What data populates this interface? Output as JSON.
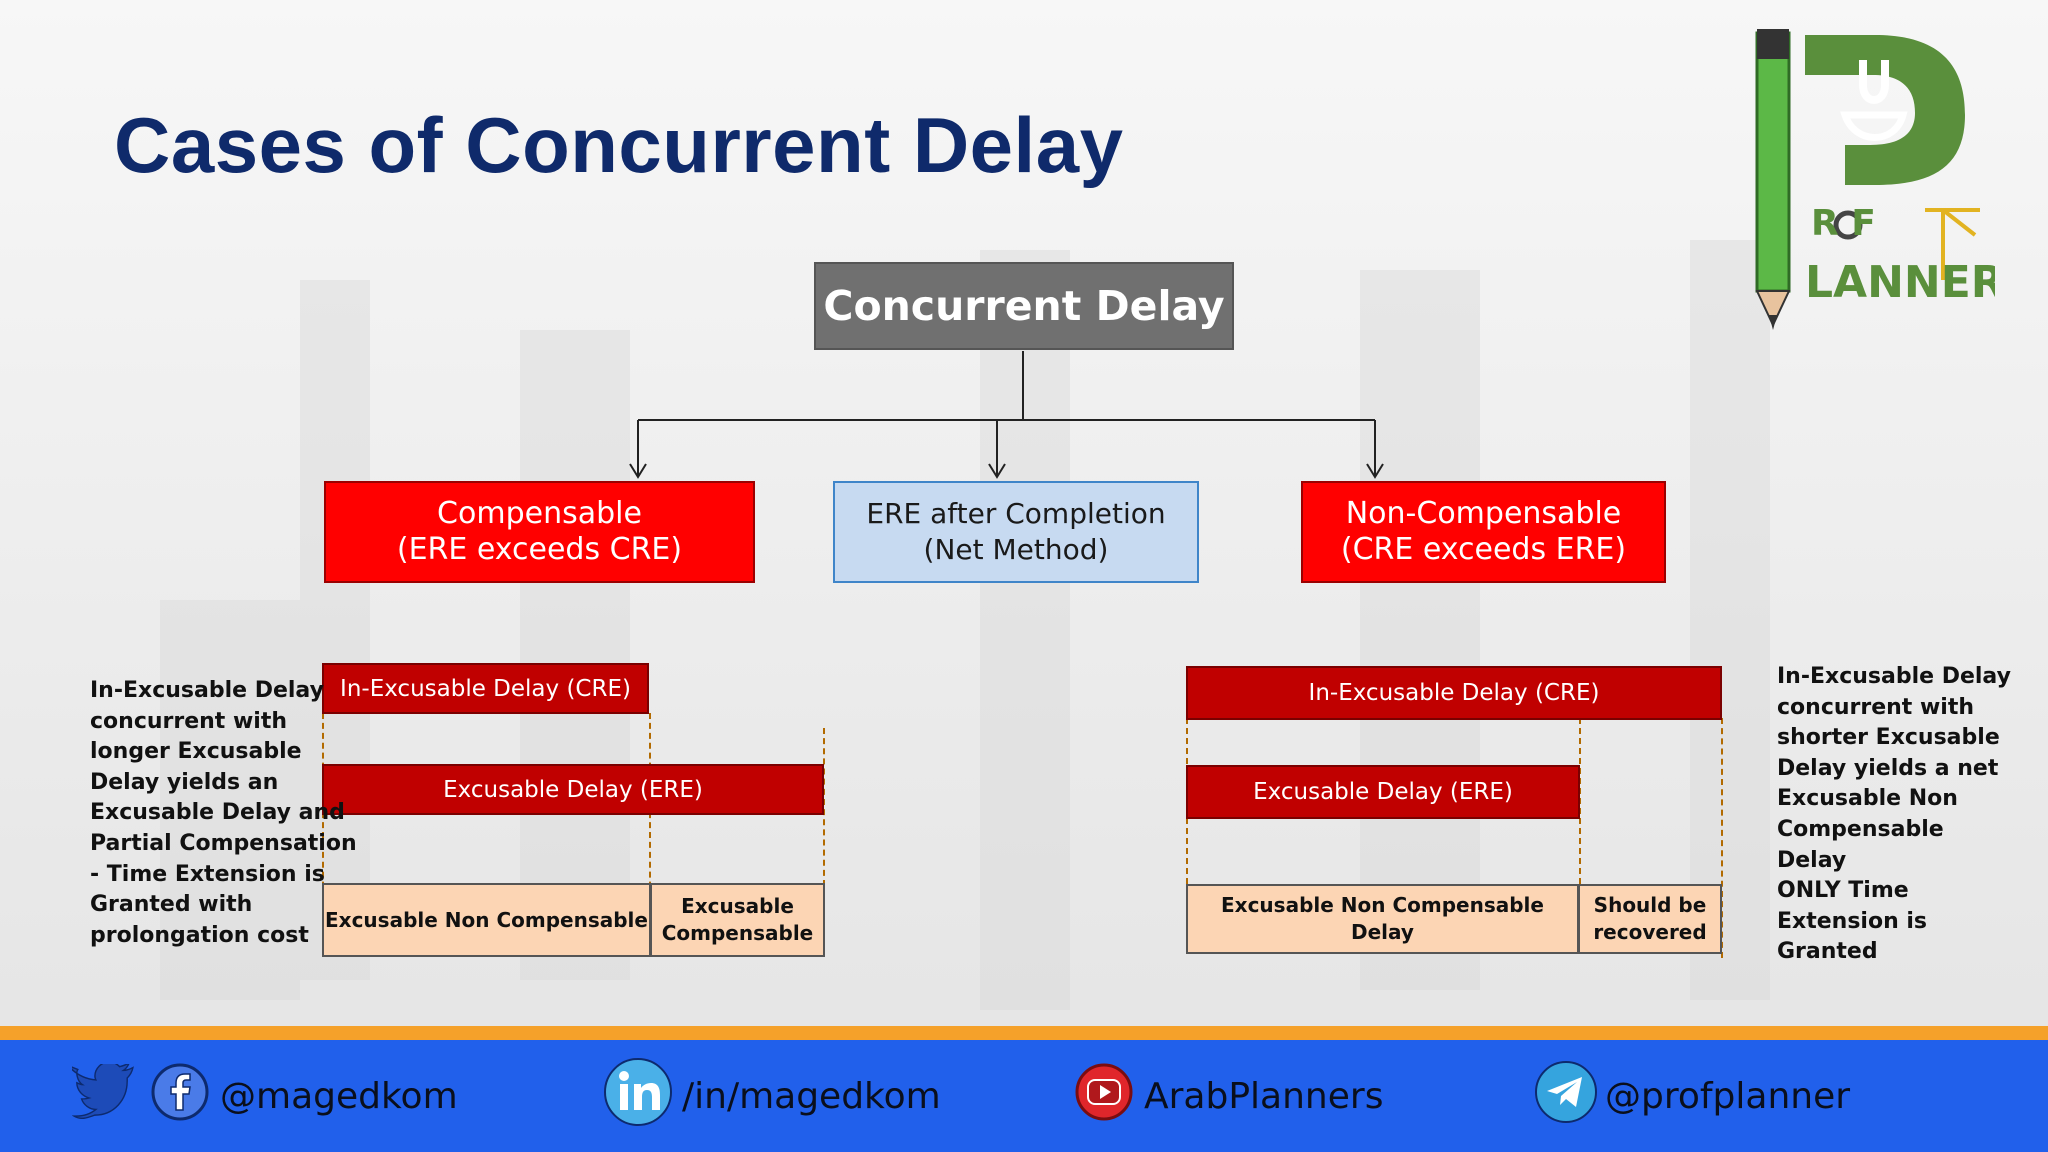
{
  "title": "Cases of Concurrent Delay",
  "diagram": {
    "root": "Concurrent Delay",
    "categories": [
      {
        "line1": "Compensable",
        "line2": "(ERE exceeds CRE)"
      },
      {
        "line1": "ERE after Completion",
        "line2": "(Net Method)"
      },
      {
        "line1": "Non-Compensable",
        "line2": "(CRE exceeds ERE)"
      }
    ],
    "left_case": {
      "bar_cre": "In-Excusable Delay  (CRE)",
      "bar_ere": "Excusable Delay (ERE)",
      "result_1": "Excusable Non Compensable",
      "result_2_line1": "Excusable",
      "result_2_line2": "Compensable",
      "description_lines": [
        "In-Excusable Delay",
        "concurrent with",
        "longer Excusable",
        "Delay yields an",
        "Excusable Delay and",
        "Partial Compensation",
        "- Time Extension is",
        "Granted with",
        "prolongation cost"
      ]
    },
    "right_case": {
      "bar_cre": "In-Excusable Delay  (CRE)",
      "bar_ere": "Excusable Delay (ERE)",
      "result_1": "Excusable Non Compensable  Delay",
      "result_2_line1": "Should be",
      "result_2_line2": "recovered",
      "description_lines": [
        "In-Excusable Delay",
        "concurrent with",
        "shorter Excusable",
        "Delay yields a net",
        "Excusable Non",
        "Compensable",
        "Delay",
        "ONLY Time",
        "Extension is",
        "Granted"
      ]
    }
  },
  "logo": {
    "letters_top": "R F",
    "letters_bottom": "LANNER"
  },
  "footer": {
    "twitter_facebook_handle": "@magedkom",
    "linkedin_handle": "/in/magedkom",
    "youtube_handle": "ArabPlanners",
    "telegram_handle": "@profplanner"
  },
  "colors": {
    "title": "#0f2a6b",
    "root_box": "#707070",
    "red": "#ff0000",
    "dark_red": "#c00000",
    "blue_box": "#c7daf1",
    "peach": "#fcd5b4",
    "footer_blue": "#2160eb",
    "footer_orange": "#f5a12a",
    "logo_green": "#5a8f3c"
  }
}
